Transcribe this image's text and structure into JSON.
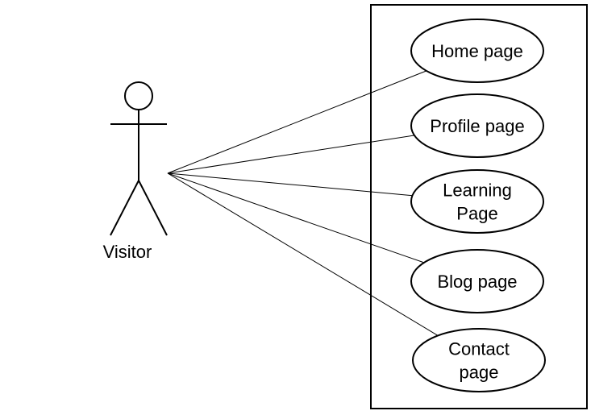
{
  "actor": {
    "name": "Visitor"
  },
  "system_boundary": {
    "label": ""
  },
  "use_cases": [
    {
      "id": "home",
      "lines": [
        "Home page"
      ]
    },
    {
      "id": "profile",
      "lines": [
        "Profile page"
      ]
    },
    {
      "id": "learning",
      "lines": [
        "Learning",
        "Page"
      ]
    },
    {
      "id": "blog",
      "lines": [
        "Blog page"
      ]
    },
    {
      "id": "contact",
      "lines": [
        "Contact",
        "page"
      ]
    }
  ],
  "associations": [
    {
      "from": "actor",
      "to": "home"
    },
    {
      "from": "actor",
      "to": "profile"
    },
    {
      "from": "actor",
      "to": "learning"
    },
    {
      "from": "actor",
      "to": "blog"
    },
    {
      "from": "actor",
      "to": "contact"
    }
  ],
  "colors": {
    "stroke": "#000000",
    "background": "#ffffff"
  }
}
